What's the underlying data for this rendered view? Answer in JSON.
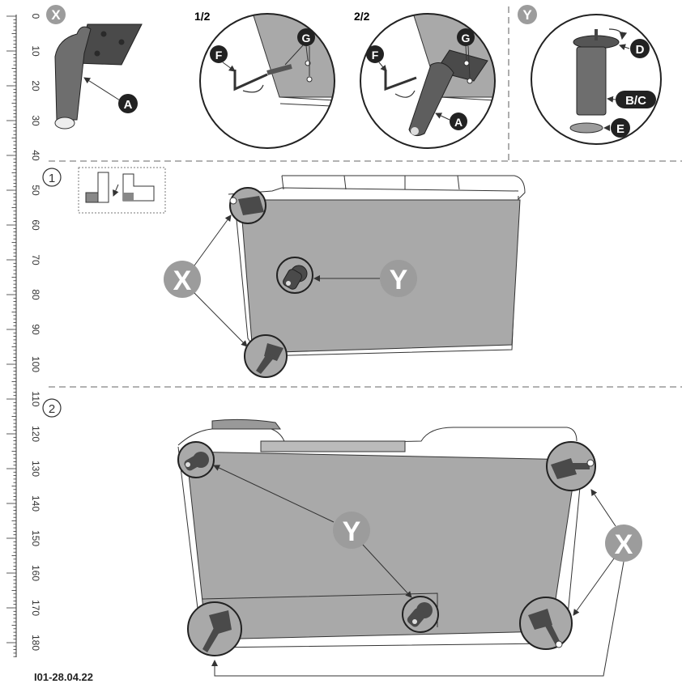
{
  "ruler": {
    "labels": [
      "0",
      "10",
      "20",
      "30",
      "40",
      "50",
      "60",
      "70",
      "80",
      "90",
      "100",
      "110",
      "120",
      "130",
      "140",
      "150",
      "160",
      "170",
      "180"
    ]
  },
  "callouts": {
    "X": "X",
    "Y": "Y",
    "A": "A",
    "D": "D",
    "BC": "B/C",
    "E": "E",
    "F": "F",
    "G": "G"
  },
  "steps": {
    "step1": "1/2",
    "step2": "2/2",
    "section1": "1",
    "section2": "2"
  },
  "footer": {
    "code": "I01-28.04.22"
  },
  "colors": {
    "panel": "#a9a9a9",
    "part_dark": "#4a4a4a",
    "callout_dark": "#222222",
    "callout_grey": "#9c9c9c",
    "line": "#333333"
  }
}
